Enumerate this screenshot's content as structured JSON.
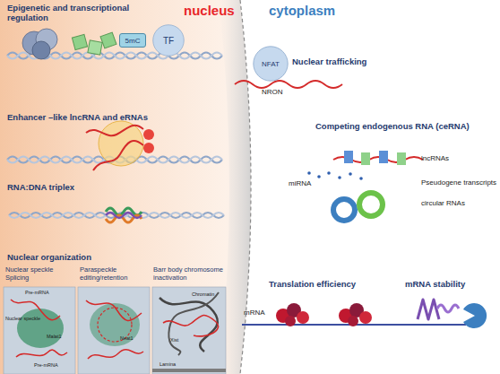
{
  "diagram": {
    "nodes": [
      {
        "text": [
          "5mC"
        ]
      },
      {
        "text": [
          "TF"
        ]
      },
      {
        "text": [
          "NFAT"
        ]
      }
    ],
    "labels": [
      "nucleus",
      "cytoplasm",
      "Epigenetic and transcriptional regulation",
      "Enhancer –like lncRNA and eRNAs",
      "RNA:DNA triplex",
      "Nuclear organization",
      "Nuclear speckle Splicing",
      "Paraspeckle editing/retention",
      "Barr body chromosome inactivation",
      "Nuclear trafficking",
      "NRON",
      "Competing endogenous RNA (ceRNA)",
      "lncRNAs",
      "miRNA",
      "Pseudogene transcripts",
      "circular RNAs",
      "Translation efficiency",
      "mRNA stability",
      "mRNA",
      "Pre-mRNA",
      "Nuclear speckle",
      "Malat1",
      "Pre-mRNA",
      "Neat1",
      "Chromatin",
      "Xist",
      "Lamina"
    ]
  }
}
